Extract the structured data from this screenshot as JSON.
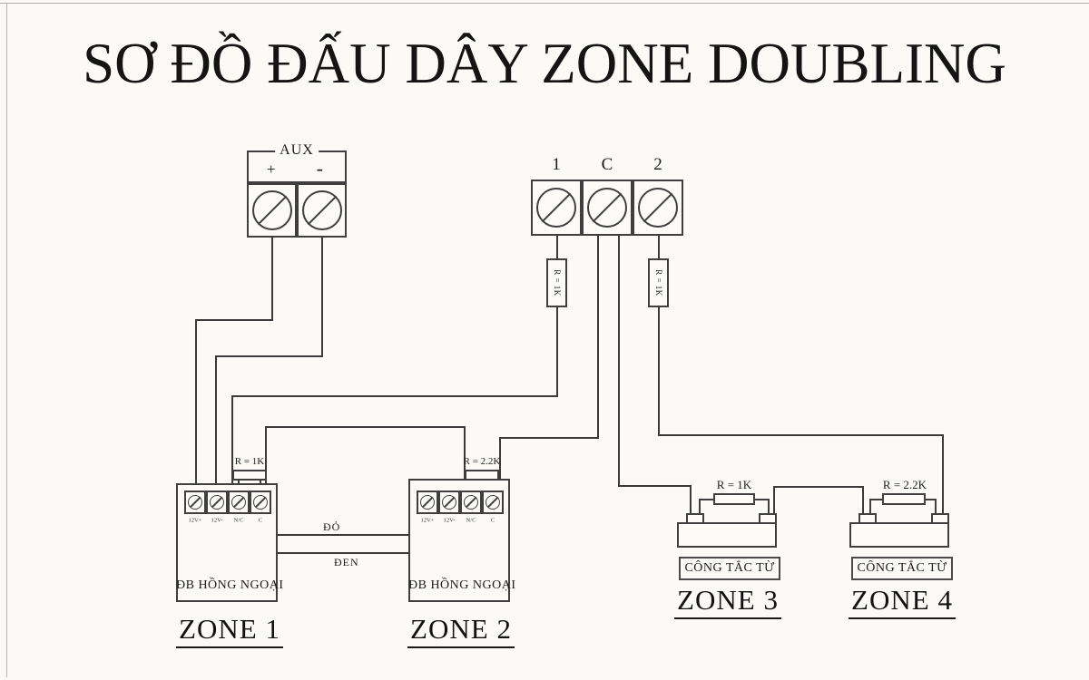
{
  "title": "SƠ ĐỒ ĐẤU DÂY ZONE DOUBLING",
  "panel": {
    "aux_label": "AUX",
    "aux_plus": "+",
    "aux_minus": "-",
    "t1": "1",
    "tc": "C",
    "t2": "2",
    "r_t1": "R = 1K",
    "r_t2": "R = 1K"
  },
  "wire_labels": {
    "red": "ĐỎ",
    "black": "ĐEN"
  },
  "detectors": [
    {
      "terminals": [
        "12V+",
        "12V-",
        "N/C",
        "C"
      ],
      "resistor": "R = 1K",
      "device": "ĐB HỒNG NGOẠI",
      "zone": "ZONE 1"
    },
    {
      "terminals": [
        "12V+",
        "12V-",
        "N/C",
        "C"
      ],
      "resistor": "R = 2.2K",
      "device": "ĐB HỒNG NGOẠI",
      "zone": "ZONE 2"
    }
  ],
  "switches": [
    {
      "resistor": "R = 1K",
      "device": "CÔNG TẮC TỪ",
      "zone": "ZONE 3"
    },
    {
      "resistor": "R = 2.2K",
      "device": "CÔNG TẮC TỪ",
      "zone": "ZONE 4"
    }
  ],
  "colors": {
    "line": "#3a3a3a",
    "background": "#fbfaf7"
  }
}
